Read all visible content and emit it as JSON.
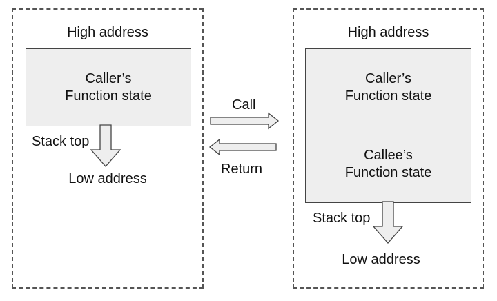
{
  "left": {
    "high_label": "High address",
    "frame": {
      "line1": "Caller’s",
      "line2": "Function state"
    },
    "stack_top": "Stack top",
    "low_label": "Low address"
  },
  "right": {
    "high_label": "High address",
    "caller_frame": {
      "line1": "Caller’s",
      "line2": "Function state"
    },
    "callee_frame": {
      "line1": "Callee’s",
      "line2": "Function state"
    },
    "stack_top": "Stack top",
    "low_label": "Low address"
  },
  "middle": {
    "call_label": "Call",
    "return_label": "Return"
  },
  "colors": {
    "frame_fill": "#eeeeee",
    "border": "#444444",
    "dashed_border": "#555555"
  }
}
